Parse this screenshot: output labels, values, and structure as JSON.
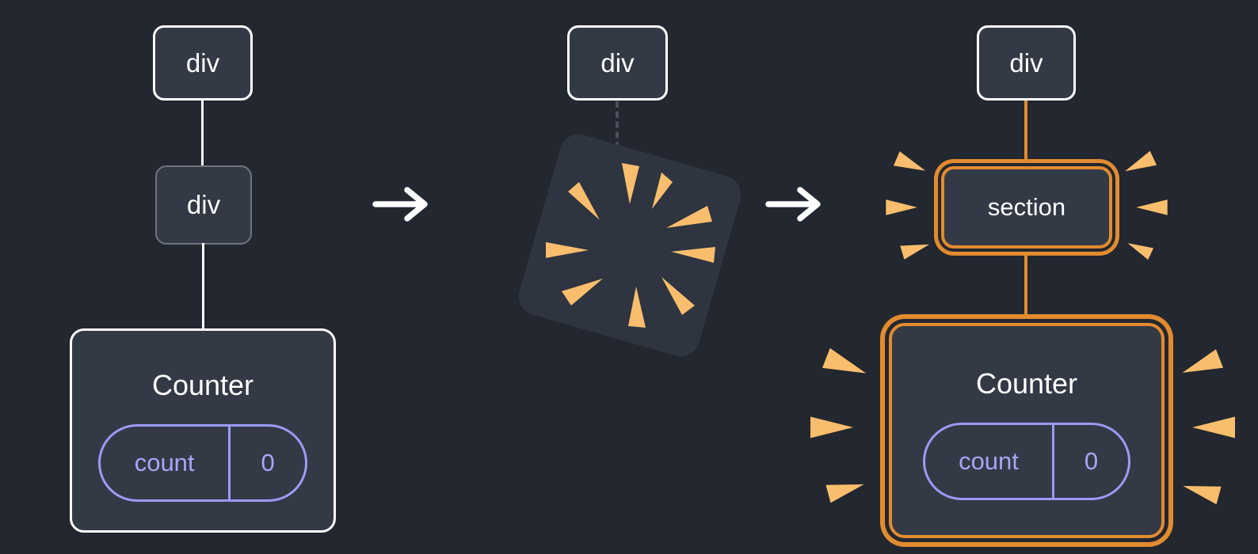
{
  "diagram": {
    "before": {
      "root_label": "div",
      "child_label": "div",
      "component_label": "Counter",
      "state_key": "count",
      "state_value": "0"
    },
    "during": {
      "root_label": "div"
    },
    "after": {
      "root_label": "div",
      "child_label": "section",
      "component_label": "Counter",
      "state_key": "count",
      "state_value": "0"
    }
  },
  "icons": {
    "arrow": "right-arrow-icon",
    "poof": "poof-burst-icon",
    "spark": "spark-icon"
  },
  "colors": {
    "background": "#23272F",
    "node_fill": "#333A46",
    "node_border": "#FFFFFF",
    "muted_border": "#6E7580",
    "highlight_orange": "#E28B2F",
    "spark_orange": "#F9BE6D",
    "state_purple": "#9B9BF3",
    "text": "#FFFFFF"
  }
}
